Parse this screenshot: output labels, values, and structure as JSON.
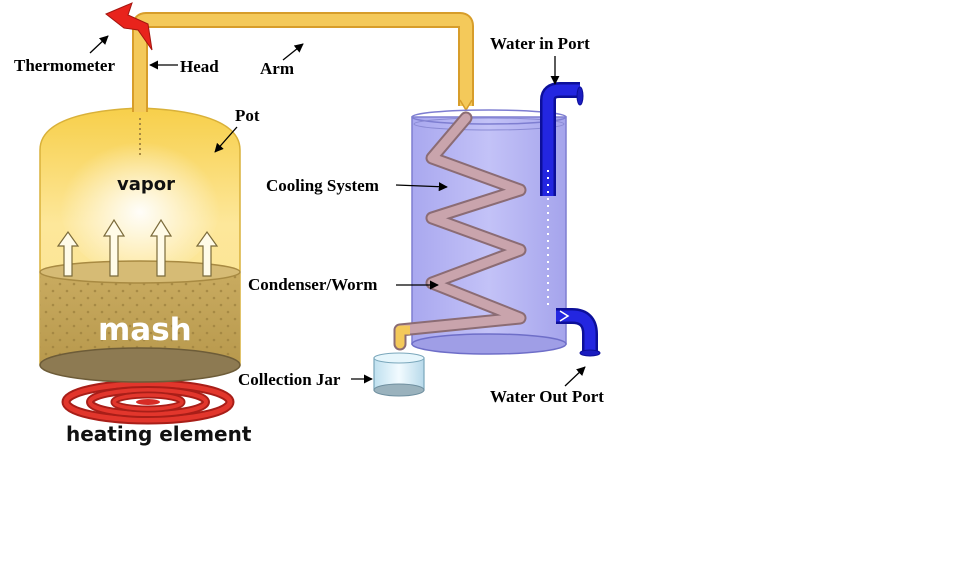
{
  "labels": {
    "thermometer": "Thermometer",
    "head": "Head",
    "arm": "Arm",
    "water_in_port": "Water in Port",
    "pot": "Pot",
    "vapor": "vapor",
    "cooling_system": "Cooling System",
    "condenser_worm": "Condenser/Worm",
    "mash": "mash",
    "collection_jar": "Collection Jar",
    "water_out_port": "Water Out Port",
    "heating_element": "heating element"
  },
  "colors": {
    "pot_top": "#f9d653",
    "pot_mid": "#fdeb9c",
    "mash": "#c8a85a",
    "mash_dark": "#b0924a",
    "pipe": "#f4c95a",
    "pipe_edge": "#d79d2a",
    "tank_fill": "#b9b8f4",
    "tank_edge": "#7e7ed1",
    "coil": "#c4a0a8",
    "coil_edge": "#8b6c74",
    "water_pipe": "#1f22d8",
    "heating_coil": "#d72c25",
    "thermometer": "#e8231c"
  },
  "icons": [
    "thermometer-icon",
    "heat-arrow-icon",
    "heating-element-icon"
  ]
}
